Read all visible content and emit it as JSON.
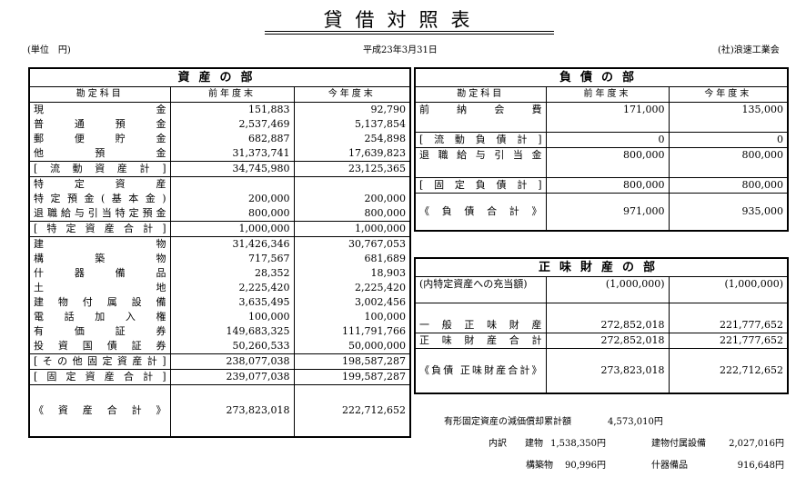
{
  "title": "貸借対照表",
  "unit": "(単位　円)",
  "date": "平成23年3月31日",
  "org": "(社)浪速工業会",
  "assets": {
    "section": "資産の部",
    "headers": [
      "勘定科目",
      "前年度末",
      "今年度末"
    ],
    "rows": [
      {
        "label": "現金",
        "prev": "151,883",
        "curr": "92,790"
      },
      {
        "label": "普通預金",
        "prev": "2,537,469",
        "curr": "5,137,854"
      },
      {
        "label": "郵便貯金",
        "prev": "682,887",
        "curr": "254,898"
      },
      {
        "label": "他預金",
        "prev": "31,373,741",
        "curr": "17,639,823"
      },
      {
        "label": "[流動資産計]",
        "prev": "34,745,980",
        "curr": "23,125,365"
      },
      {
        "label": "特定資産",
        "prev": "",
        "curr": ""
      },
      {
        "label": "特定預金(基本金)",
        "prev": "200,000",
        "curr": "200,000"
      },
      {
        "label": "退職給与引当特定預金",
        "prev": "800,000",
        "curr": "800,000"
      },
      {
        "label": "[特定資産合計]",
        "prev": "1,000,000",
        "curr": "1,000,000"
      },
      {
        "label": "建物",
        "prev": "31,426,346",
        "curr": "30,767,053"
      },
      {
        "label": "構築物",
        "prev": "717,567",
        "curr": "681,689"
      },
      {
        "label": "什器備品",
        "prev": "28,352",
        "curr": "18,903"
      },
      {
        "label": "土地",
        "prev": "2,225,420",
        "curr": "2,225,420"
      },
      {
        "label": "建物付属設備",
        "prev": "3,635,495",
        "curr": "3,002,456"
      },
      {
        "label": "電話加入権",
        "prev": "100,000",
        "curr": "100,000"
      },
      {
        "label": "有価証券",
        "prev": "149,683,325",
        "curr": "111,791,766"
      },
      {
        "label": "投資国債証券",
        "prev": "50,260,533",
        "curr": "50,000,000"
      },
      {
        "label": "[その他固定資産計]",
        "prev": "238,077,038",
        "curr": "198,587,287"
      },
      {
        "label": "[固定資産合計]",
        "prev": "239,077,038",
        "curr": "199,587,287"
      },
      {
        "label": "《資産合計》",
        "prev": "273,823,018",
        "curr": "222,712,652"
      }
    ]
  },
  "liabilities": {
    "section": "負債の部",
    "headers": [
      "勘定科目",
      "前年度末",
      "今年度末"
    ],
    "rows": [
      {
        "label": "前納会費",
        "prev": "171,000",
        "curr": "135,000"
      },
      {
        "label": "",
        "prev": "",
        "curr": ""
      },
      {
        "label": "[流動負債計]",
        "prev": "0",
        "curr": "0"
      },
      {
        "label": "退職給与引当金",
        "prev": "800,000",
        "curr": "800,000"
      },
      {
        "label": "",
        "prev": "",
        "curr": ""
      },
      {
        "label": "[固定負債計]",
        "prev": "800,000",
        "curr": "800,000"
      },
      {
        "label": "《負債合計》",
        "prev": "971,000",
        "curr": "935,000"
      }
    ]
  },
  "net_assets": {
    "section": "正味財産の部",
    "rows": [
      {
        "label": "(内特定資産への充当額)",
        "prev": "(1,000,000)",
        "curr": "(1,000,000)"
      },
      {
        "label": "一般正味財産",
        "prev": "272,852,018",
        "curr": "221,777,652"
      },
      {
        "label": "正味財産合計",
        "prev": "272,852,018",
        "curr": "221,777,652"
      },
      {
        "label": "《負債 正味財産合計》",
        "prev": "273,823,018",
        "curr": "222,712,652"
      }
    ]
  },
  "depreciation": {
    "total_label": "有形固定資産の減価償却累計額",
    "total_value": "4,573,010円",
    "breakdown_label": "内訳",
    "items": [
      {
        "label": "建物",
        "value": "1,538,350円"
      },
      {
        "label": "建物付属設備",
        "value": "2,027,016円"
      },
      {
        "label": "構築物",
        "value": "90,996円"
      },
      {
        "label": "什器備品",
        "value": "916,648円"
      }
    ]
  }
}
